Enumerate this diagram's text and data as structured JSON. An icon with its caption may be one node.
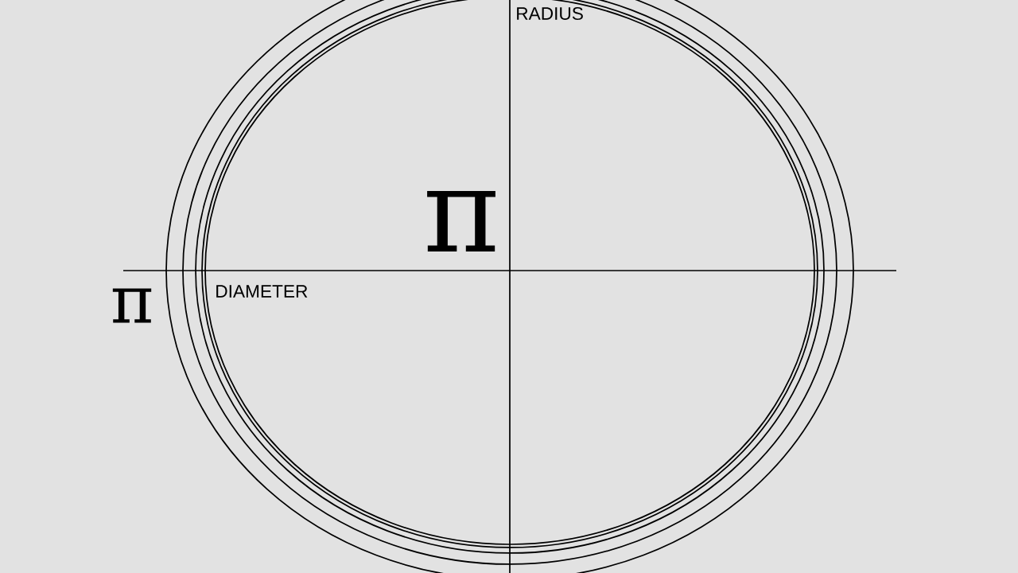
{
  "diagram": {
    "labels": [
      "RADIUS",
      "π",
      "π",
      "DIAMETER"
    ]
  }
}
